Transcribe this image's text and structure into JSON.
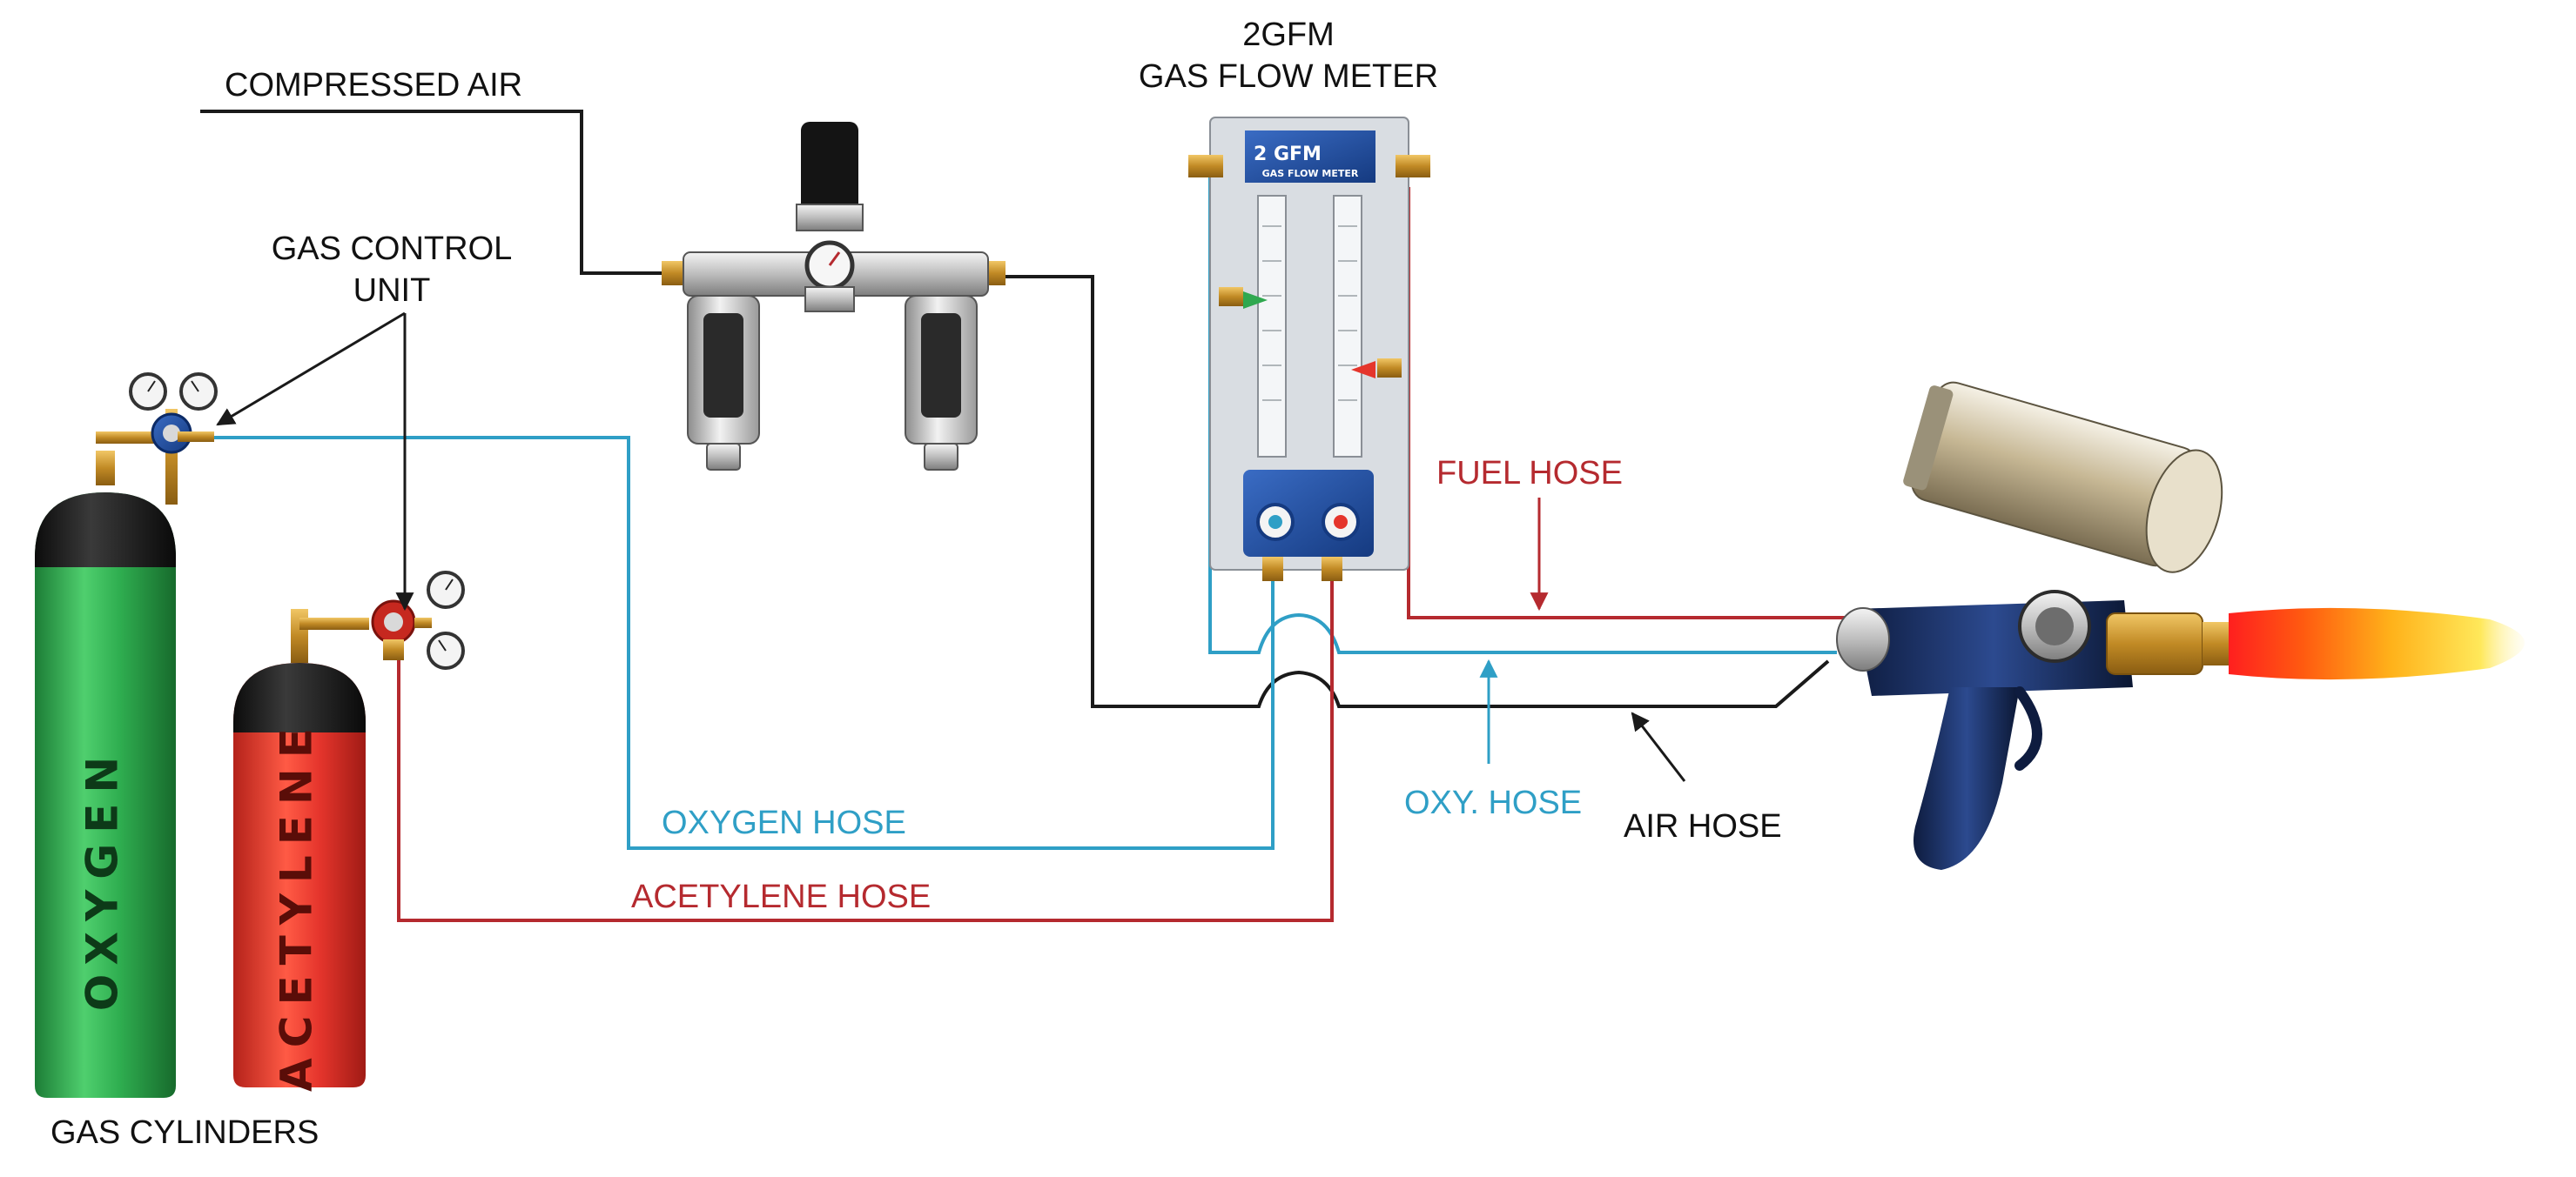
{
  "labels": {
    "compressed_air": "COMPRESSED AIR",
    "flow_meter_title": "2GFM",
    "flow_meter_subtitle": "GAS FLOW METER",
    "gas_control_line1": "GAS CONTROL",
    "gas_control_line2": "UNIT",
    "fuel_hose": "FUEL HOSE",
    "oxygen_hose": "OXYGEN HOSE",
    "oxy_hose": "OXY. HOSE",
    "air_hose": "AIR HOSE",
    "acetylene_hose": "ACETYLENE HOSE",
    "gas_cylinders": "GAS CYLINDERS"
  },
  "cylinders": {
    "oxygen": "OXYGEN",
    "acetylene": "ACETYLENE"
  },
  "flow_meter": {
    "panel_title": "2 GFM",
    "panel_subtitle": "GAS FLOW METER"
  },
  "colors": {
    "air_hose": "#1a1a1a",
    "oxygen_hose": "#2f9fc6",
    "fuel_hose": "#b52a2f",
    "oxygen_cylinder": "#2fa84f",
    "acetylene_cylinder": "#e5352c",
    "meter_panel": "#1f4fa8",
    "brass": "#d4a43a"
  }
}
